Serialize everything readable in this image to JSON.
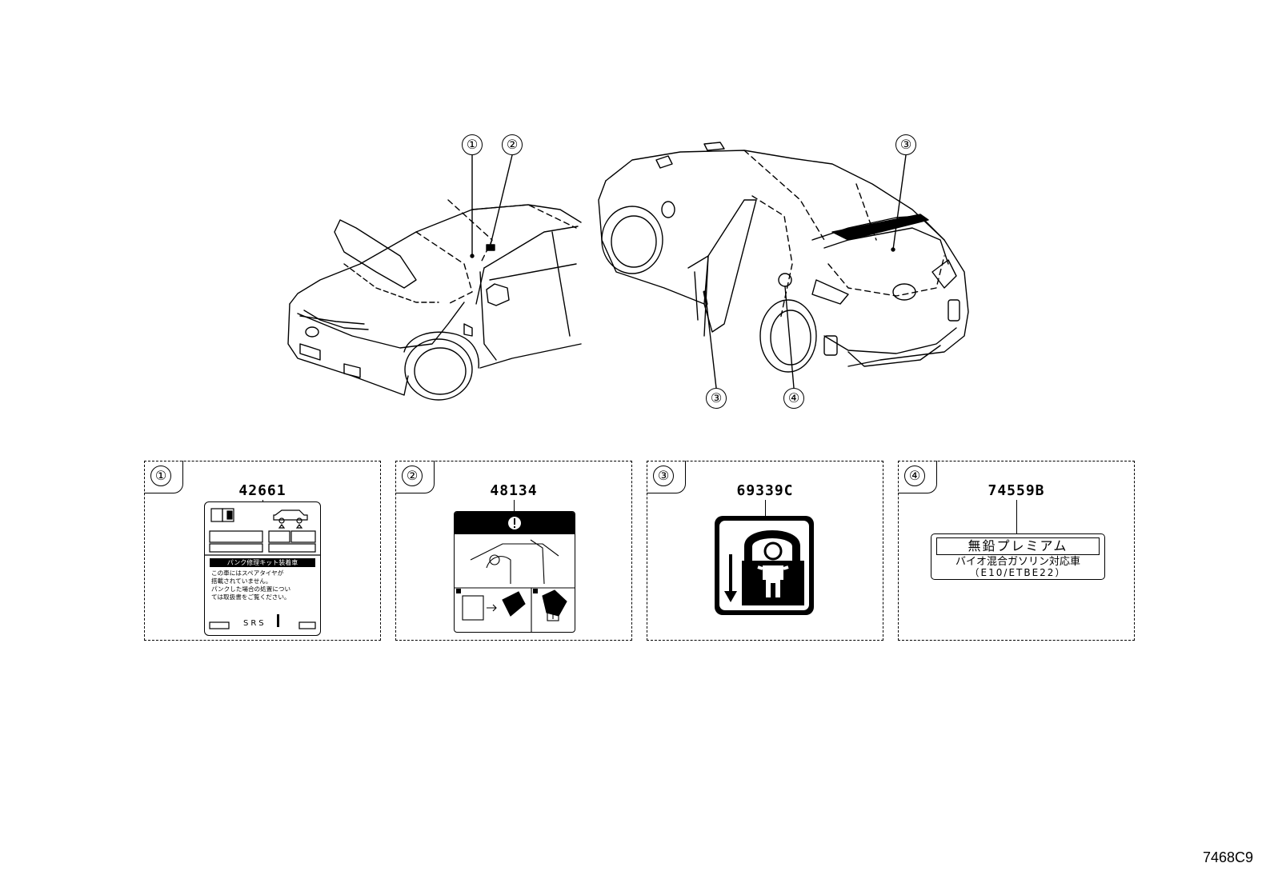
{
  "diagram_callouts": {
    "c1": "①",
    "c2": "②",
    "c3a": "③",
    "c3b": "③",
    "c4": "④"
  },
  "panels": [
    {
      "index": "①",
      "part_number": "42661",
      "label": {
        "banner": "パンク修理キット装着車",
        "lines": [
          "この車にはスペアタイヤが",
          "搭載されていません。",
          "パンクした場合の処置につい",
          "ては取扱書をご覧ください。"
        ],
        "footer": "SRS"
      }
    },
    {
      "index": "②",
      "part_number": "48134",
      "label": {}
    },
    {
      "index": "③",
      "part_number": "69339C",
      "label": {}
    },
    {
      "index": "④",
      "part_number": "74559B",
      "label": {
        "title": "無鉛プレミアム",
        "line1": "バイオ混合ガソリン対応車",
        "line2": "（E10/ETBE22）"
      }
    }
  ],
  "illustration_code": "7468C9"
}
